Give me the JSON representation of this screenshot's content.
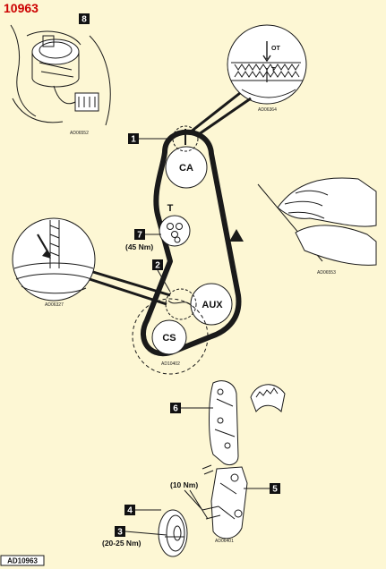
{
  "figure": {
    "code": "10963",
    "footer_code": "AD10963"
  },
  "pulleys": {
    "camshaft": "CA",
    "auxiliary": "AUX",
    "crankshaft": "CS",
    "tensioner": "T"
  },
  "detail_marks": {
    "top_dead_centre": "OT",
    "timing_mark": "T"
  },
  "callouts": [
    {
      "num": "1"
    },
    {
      "num": "2"
    },
    {
      "num": "3",
      "torque": "(20-25 Nm)"
    },
    {
      "num": "4"
    },
    {
      "num": "5",
      "torque": "(10 Nm)"
    },
    {
      "num": "6"
    },
    {
      "num": "7",
      "torque": "(45 Nm)"
    },
    {
      "num": "8"
    }
  ],
  "image_refs": {
    "distributor": "AD06552",
    "timing_detail": "AD06364",
    "belt_check": "AD06553",
    "crank_mark": "AD06327",
    "belt_layout": "AD10402",
    "cover_assembly": "AD06401"
  }
}
